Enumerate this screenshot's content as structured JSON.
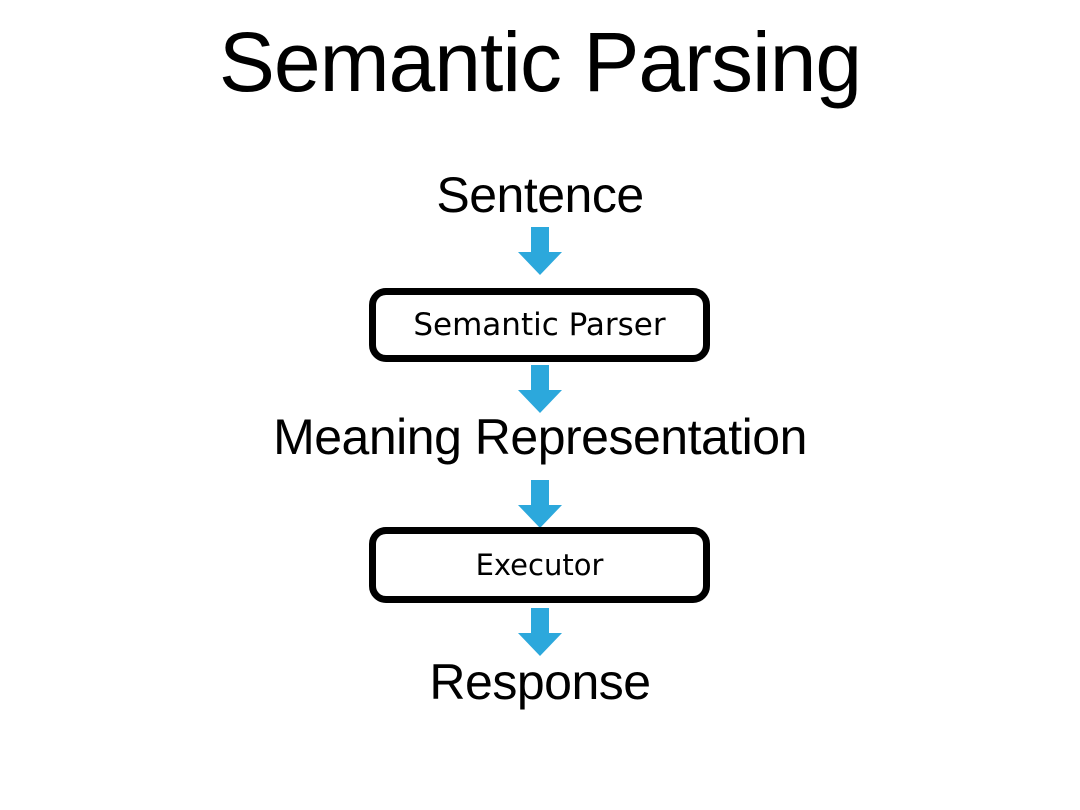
{
  "slide": {
    "title": "Semantic Parsing",
    "background_color": "#ffffff",
    "text_color": "#000000",
    "arrow_color": "#2ca8dc",
    "box_border_color": "#000000",
    "box_fill_color": "#ffffff"
  },
  "flow": {
    "stages": [
      {
        "id": "sentence",
        "kind": "label",
        "text": "Sentence"
      },
      {
        "id": "arrow-1",
        "kind": "arrow",
        "icon": "down-arrow-icon"
      },
      {
        "id": "semantic-parser",
        "kind": "box",
        "text": "Semantic Parser"
      },
      {
        "id": "arrow-2",
        "kind": "arrow",
        "icon": "down-arrow-icon"
      },
      {
        "id": "meaning-representation",
        "kind": "label",
        "text": "Meaning Representation"
      },
      {
        "id": "arrow-3",
        "kind": "arrow",
        "icon": "down-arrow-icon"
      },
      {
        "id": "executor",
        "kind": "box",
        "text": "Executor"
      },
      {
        "id": "arrow-4",
        "kind": "arrow",
        "icon": "down-arrow-icon"
      },
      {
        "id": "response",
        "kind": "label",
        "text": "Response"
      }
    ],
    "labels": {
      "sentence": "Sentence",
      "meaning_representation": "Meaning Representation",
      "response": "Response"
    },
    "boxes": {
      "semantic_parser": "Semantic Parser",
      "executor": "Executor"
    }
  }
}
